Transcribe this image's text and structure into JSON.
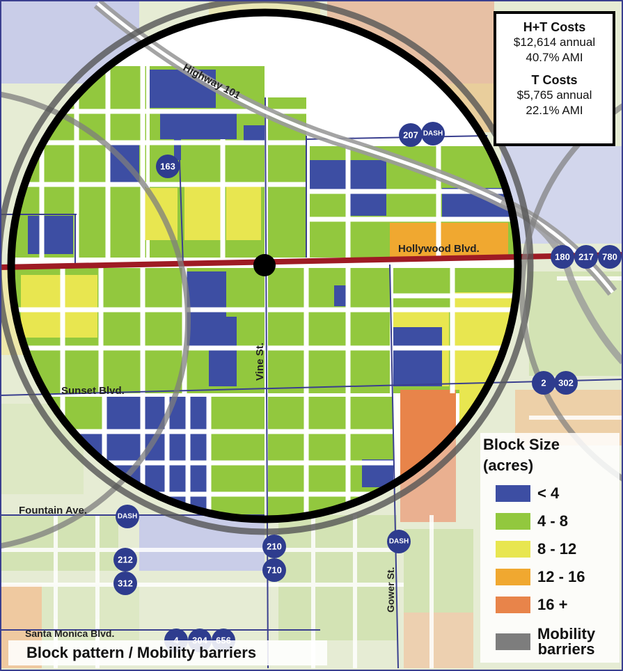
{
  "cost_box": {
    "ht_title": "H+T Costs",
    "ht_annual": "$12,614 annual",
    "ht_ami": "40.7% AMI",
    "t_title": "T Costs",
    "t_annual": "$5,765 annual",
    "t_ami": "22.1% AMI"
  },
  "streets": {
    "highway": "Highway 101",
    "hollywood": "Hollywood Blvd.",
    "sunset": "Sunset Blvd.",
    "fountain": "Fountain Ave.",
    "santa_monica": "Santa Monica Blvd.",
    "vine": "Vine St.",
    "gower": "Gower St."
  },
  "bus_routes": {
    "r163": "163",
    "r207": "207",
    "dash_top": "DASH",
    "r180": "180",
    "r217": "217",
    "r780": "780",
    "r2": "2",
    "r302": "302",
    "dash_fountain": "DASH",
    "r210": "210",
    "r710": "710",
    "dash_gower": "DASH",
    "r212": "212",
    "r312": "312",
    "r4": "4",
    "r304": "304",
    "r656": "656"
  },
  "legend": {
    "title_line1": "Block Size",
    "title_line2": "(acres)",
    "items": [
      {
        "label": "< 4",
        "color": "#3d4ea3"
      },
      {
        "label": "4 - 8",
        "color": "#92c83e"
      },
      {
        "label": "8 - 12",
        "color": "#e8e650"
      },
      {
        "label": "12 - 16",
        "color": "#f0a830"
      },
      {
        "label": "16 +",
        "color": "#e8844a"
      },
      {
        "label": "Mobility",
        "color": "#7d7d7d"
      }
    ],
    "mobility_line2": "barriers"
  },
  "footer": "Block pattern / Mobility barriers",
  "colors": {
    "road_white": "#ffffff",
    "block_outline": "#3a3f8f",
    "hollywood_red": "#9e1b24",
    "circle": "#000000"
  }
}
